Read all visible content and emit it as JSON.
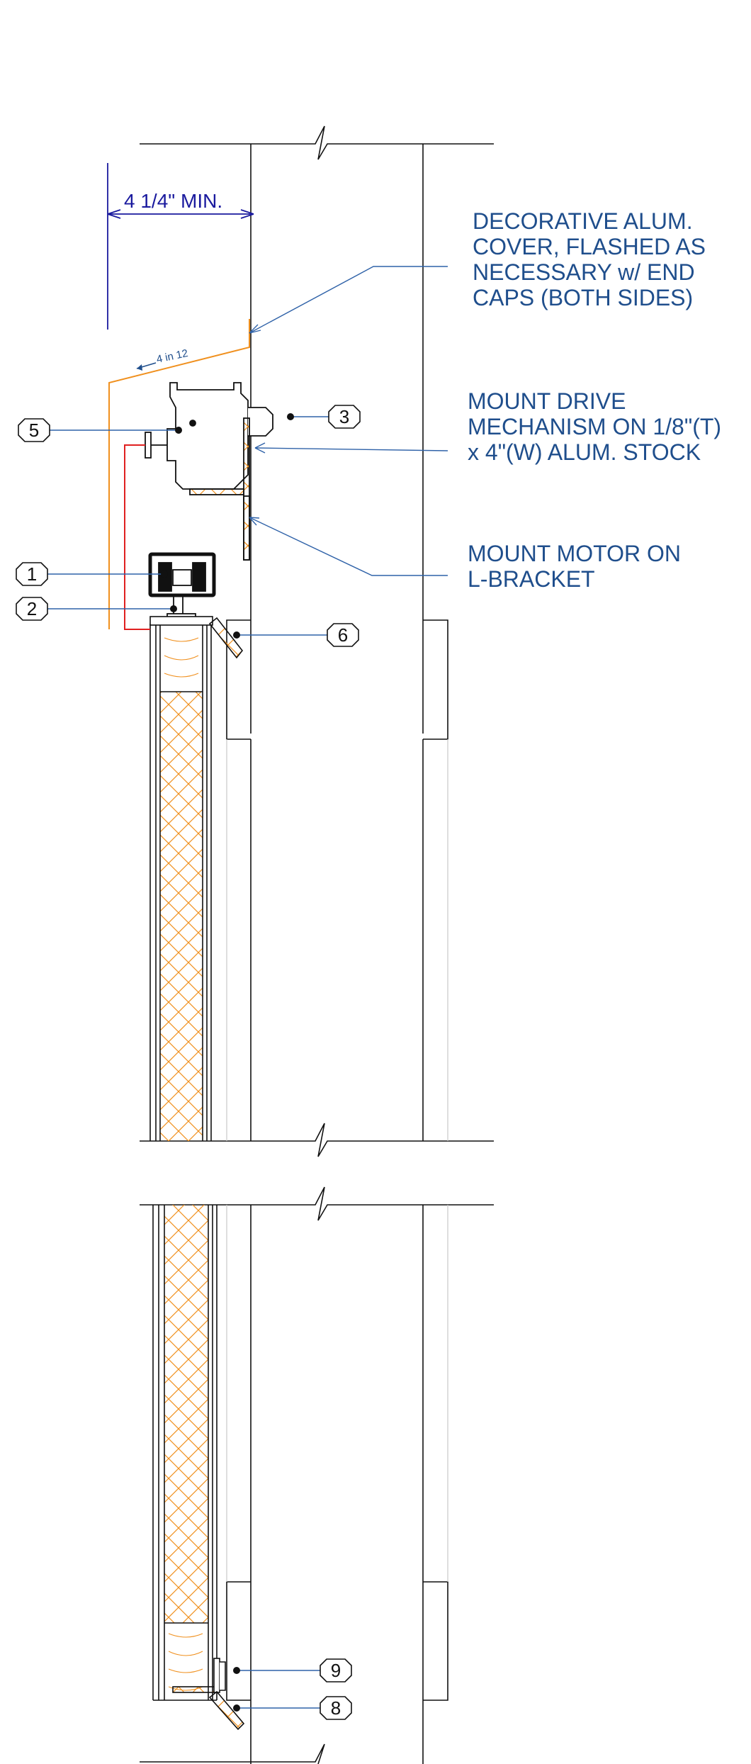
{
  "notes": {
    "decorative_cover": "DECORATIVE ALUM.\nCOVER, FLASHED AS\nNECESSARY w/ END\nCAPS (BOTH SIDES)",
    "mount_drive": "MOUNT DRIVE\nMECHANISM ON 1/8\"(T)\nx 4\"(W) ALUM. STOCK",
    "mount_motor": "MOUNT MOTOR ON\nL-BRACKET"
  },
  "dimension": {
    "label": "4 1/4\" MIN."
  },
  "slope": {
    "label": "4 in 12"
  },
  "tags": [
    "1",
    "2",
    "3",
    "5",
    "6",
    "8",
    "9"
  ],
  "colors": {
    "linework": "#111111",
    "leader": "#2f62a8",
    "note_text": "#1f4e8c",
    "dimension": "#1a1a9e",
    "flashing": "#f0901e",
    "wiring": "#e02020",
    "wood_hatch": "#f0901e"
  }
}
